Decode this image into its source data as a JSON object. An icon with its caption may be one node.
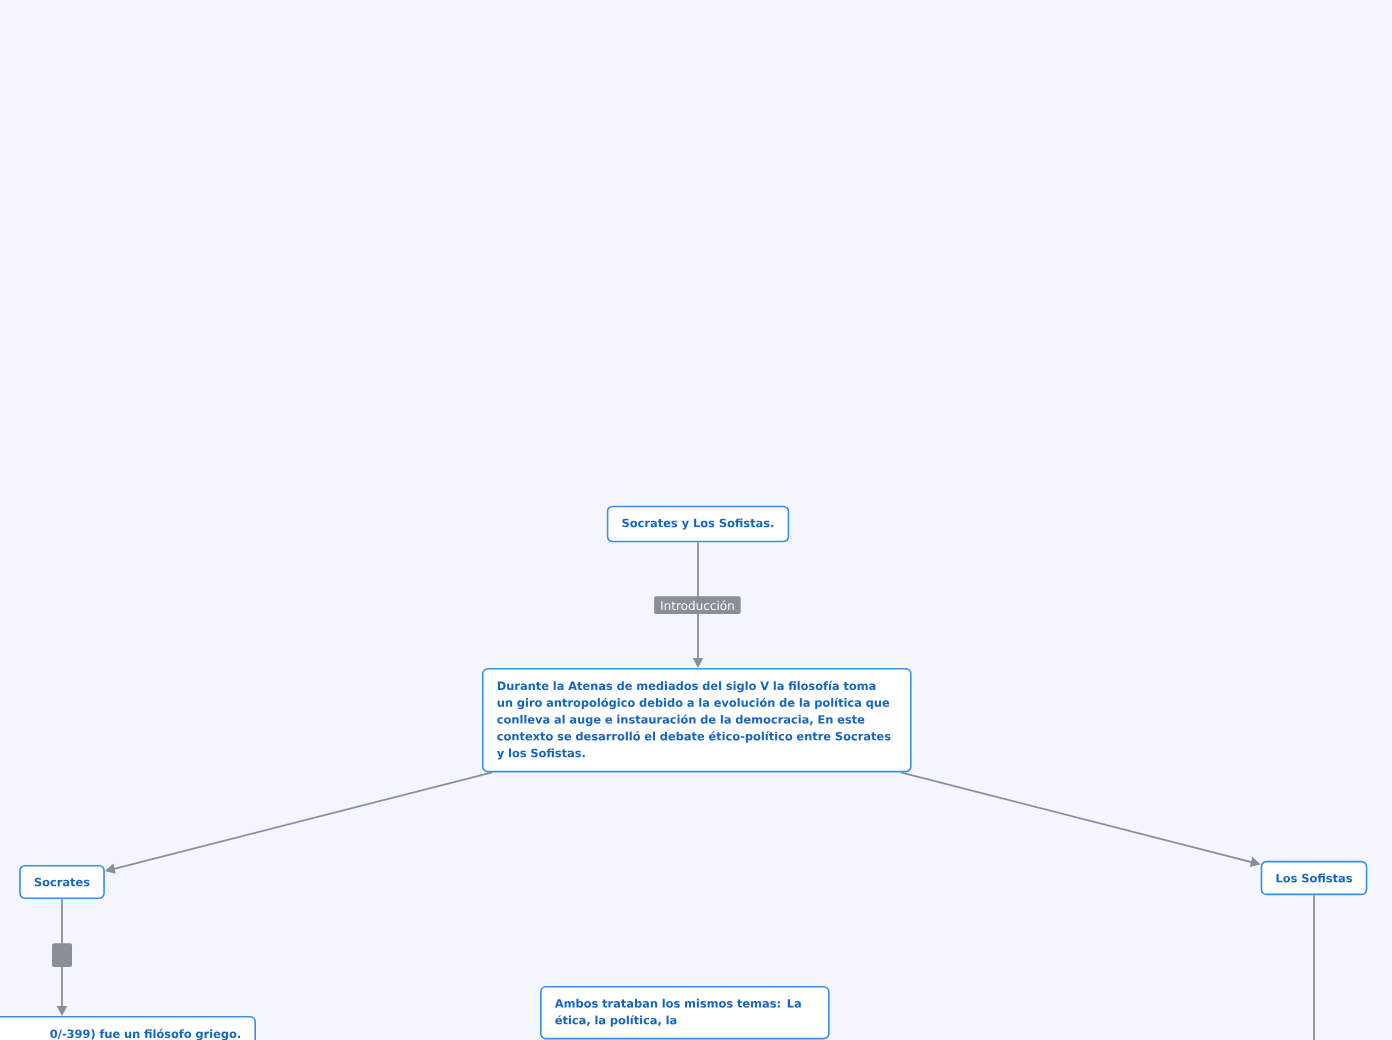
{
  "diagram": {
    "nodes": [
      {
        "text": [
          "Socrates y Los Sofistas."
        ]
      },
      {
        "text": [
          "Durante la Atenas de mediados del siglo V la filosofía toma un giro antropológico debido a la evolución de la política que conlleva al auge e instauración de la democracia,  En este contexto se desarrolló el debate ético-político entre Socrates y los Sofistas."
        ]
      },
      {
        "text": [
          "Socrates"
        ]
      },
      {
        "text": [
          "Los Sofistas"
        ]
      },
      {
        "text": [
          "0/-399) fue un filósofo griego."
        ]
      },
      {
        "text": [
          "Ambos trataban los mismos temas: La ética, la política, la"
        ]
      }
    ],
    "edges": [
      {
        "from": 0,
        "to": 1,
        "arrow": "to",
        "label": "Introducción"
      },
      {
        "from": 1,
        "to": 2,
        "arrow": "to"
      },
      {
        "from": 1,
        "to": 3,
        "arrow": "to"
      },
      {
        "from": 2,
        "to": 4,
        "arrow": "to"
      },
      {
        "from": 3,
        "to": null,
        "arrow": "none"
      }
    ]
  }
}
